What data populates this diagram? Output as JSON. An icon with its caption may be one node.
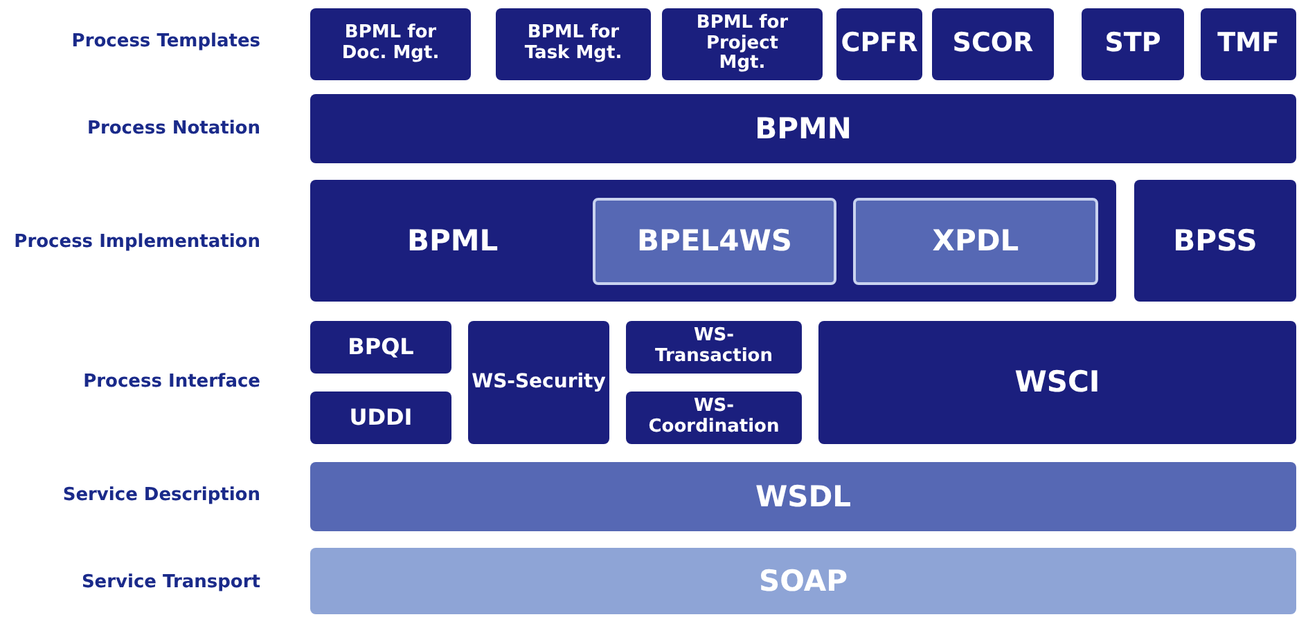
{
  "diagram": {
    "nodes": [
      {
        "text": [
          "BPML for Doc. Mgt."
        ]
      },
      {
        "text": [
          "BPML for Task Mgt."
        ]
      },
      {
        "text": [
          "BPML for Project Mgt."
        ]
      },
      {
        "text": [
          "CPFR"
        ]
      },
      {
        "text": [
          "SCOR"
        ]
      },
      {
        "text": [
          "STP"
        ]
      },
      {
        "text": [
          "TMF"
        ]
      },
      {
        "text": [
          "BPMN"
        ]
      },
      {
        "text": [
          "BPML"
        ]
      },
      {
        "text": [
          "BPEL4WS"
        ],
        "in": 8
      },
      {
        "text": [
          "XPDL"
        ],
        "in": 8
      },
      {
        "text": [
          "BPSS"
        ]
      },
      {
        "text": [
          "BPQL"
        ]
      },
      {
        "text": [
          "UDDI"
        ]
      },
      {
        "text": [
          "WS-Security"
        ]
      },
      {
        "text": [
          "WS-Transaction"
        ]
      },
      {
        "text": [
          "WS-Coordination"
        ]
      },
      {
        "text": [
          "WSCI"
        ]
      },
      {
        "text": [
          "WSDL"
        ]
      },
      {
        "text": [
          "SOAP"
        ]
      }
    ],
    "labels": [
      "Process Templates",
      "Process Notation",
      "Process Implementation",
      "Process Interface",
      "Service Description",
      "Service Transport"
    ]
  }
}
